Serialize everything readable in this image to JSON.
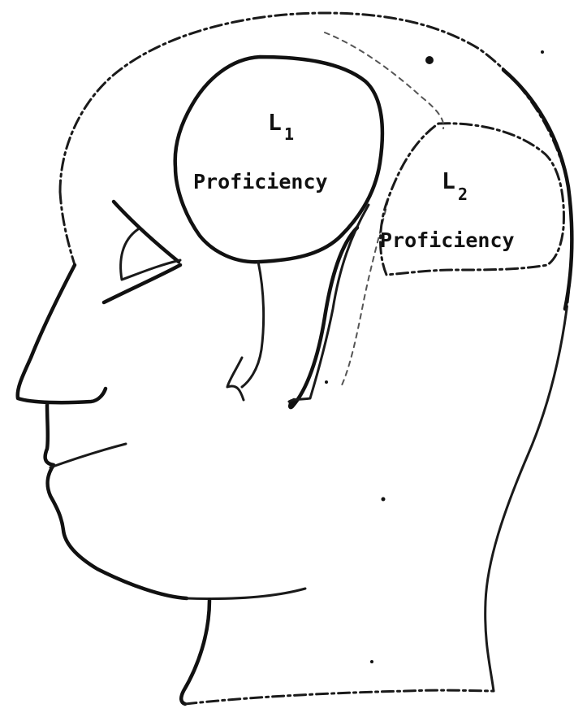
{
  "bubbles": [
    {
      "id": "l1",
      "letter": "L",
      "subscript": "1",
      "label": "Proficiency"
    },
    {
      "id": "l2",
      "letter": "L",
      "subscript": "2",
      "label": "Proficiency"
    }
  ]
}
